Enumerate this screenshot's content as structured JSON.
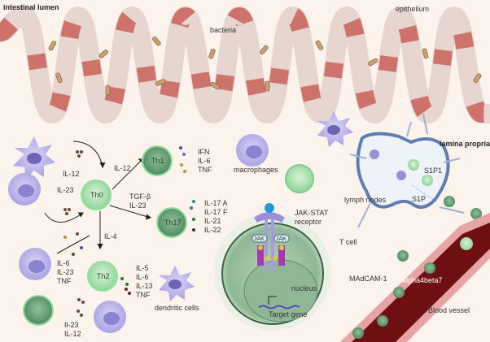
{
  "labels": {
    "intestinal_lumen": "intestinal lumen",
    "bacteria": "bacteria",
    "epithelium": "epithelium",
    "lamina_propria": "lamina propria",
    "macrophages": "macrophages",
    "lymph_nodes": "lymph nodes",
    "s1p1": "S1P1",
    "s1p": "S1P",
    "jak_stat_1": "JAK-STAT",
    "jak_stat_2": "receptor",
    "jak": "JAK",
    "t_cell": "T cell",
    "madcam": "MAdCAM-1",
    "alpha4beta7": "alpha4beta7",
    "blood_vessel": "Blood vessel",
    "nucleus": "nucleus",
    "target_gene": "Target gene",
    "dendritic_cells": "dendritic cells"
  },
  "cells": {
    "th0": "Th0",
    "th1": "Th1",
    "th17": "Th17",
    "th2": "Th2"
  },
  "cytokines": {
    "to_th0_top": [
      "IL-12",
      "IL-23"
    ],
    "to_th1": "IL-12",
    "to_th17": [
      "TGF-β",
      "IL-23"
    ],
    "to_th2": "IL-4",
    "left_input": [
      "IL-6",
      "IL-23",
      "TNF"
    ],
    "th1_out": [
      "IFN",
      "IL-6",
      "TNF"
    ],
    "th17_out": [
      "IL-17 A",
      "IL-17 F",
      "IL-21",
      "IL-22"
    ],
    "th2_out": [
      "IL-5",
      "IL-6",
      "IL-13",
      "TNF"
    ],
    "bottom": [
      "Il-23",
      "IL-12"
    ]
  },
  "colors": {
    "background": "#fbf3ec",
    "epithelium": "#e7d5cf",
    "epithelium_red": "#c9605a",
    "vessel": "#6e0f14",
    "t_cell": "#9cc9a4",
    "dc": "#9c8fd6"
  }
}
